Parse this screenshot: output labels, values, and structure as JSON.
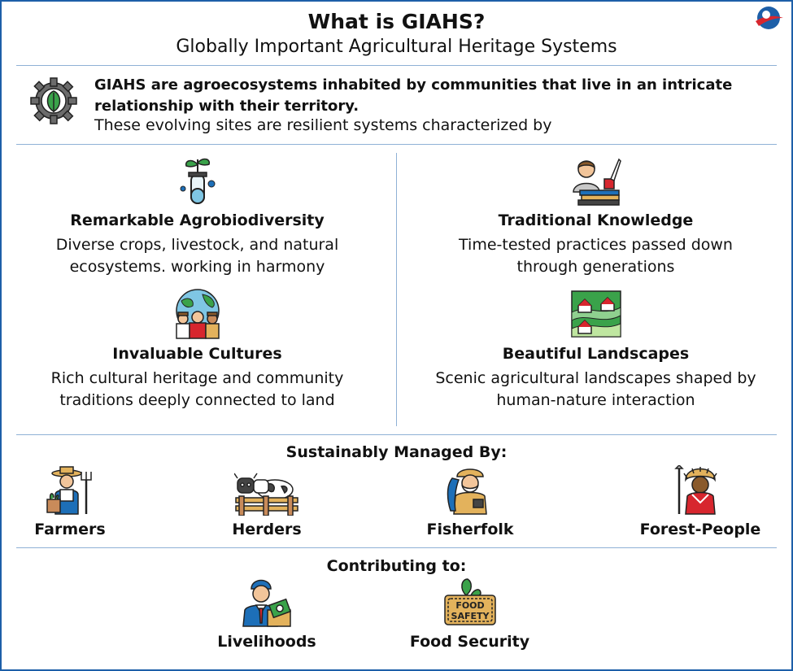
{
  "header": {
    "title": "What is GIAHS?",
    "subtitle": "Globally Important Agricultural Heritage Systems"
  },
  "intro": {
    "bold_text": "GIAHS are agroecosystems inhabited by communities that live in an intricate relationship with their territory.",
    "text": "These evolving sites are resilient systems characterized by",
    "icon": "gear-leaf-icon"
  },
  "features": [
    {
      "title": "Remarkable Agrobiodiversity",
      "desc_line1": "Diverse crops, livestock, and natural",
      "desc_line2": "ecosystems. working in harmony",
      "icon": "test-tube-plant-icon"
    },
    {
      "title": "Traditional Knowledge",
      "desc_line1": "Time-tested practices passed down",
      "desc_line2": "through generations",
      "icon": "elder-books-icon"
    },
    {
      "title": "Invaluable Cultures",
      "desc_line1": "Rich cultural heritage and community",
      "desc_line2": "traditions deeply connected to land",
      "icon": "globe-people-icon"
    },
    {
      "title": "Beautiful Landscapes",
      "desc_line1": "Scenic agricultural landscapes shaped by",
      "desc_line2": "human-nature interaction",
      "icon": "landscape-houses-icon"
    }
  ],
  "managed": {
    "label": "Sustainably Managed By:",
    "actors": [
      {
        "label": "Farmers",
        "icon": "farmer-icon"
      },
      {
        "label": "Herders",
        "icon": "cattle-icon"
      },
      {
        "label": "Fisherfolk",
        "icon": "fisherman-icon"
      },
      {
        "label": "Forest-People",
        "icon": "tribal-person-icon"
      }
    ]
  },
  "contributing": {
    "label": "Contributing to:",
    "items": [
      {
        "label": "Livelihoods",
        "icon": "man-money-icon"
      },
      {
        "label": "Food Security",
        "icon": "food-safety-sign-icon",
        "sign_line1": "FOOD",
        "sign_line2": "SAFETY"
      }
    ]
  },
  "colors": {
    "accent": "#1d5fa8",
    "rule": "#8fb1d6",
    "logo_red": "#d7262e",
    "text": "#111111"
  }
}
